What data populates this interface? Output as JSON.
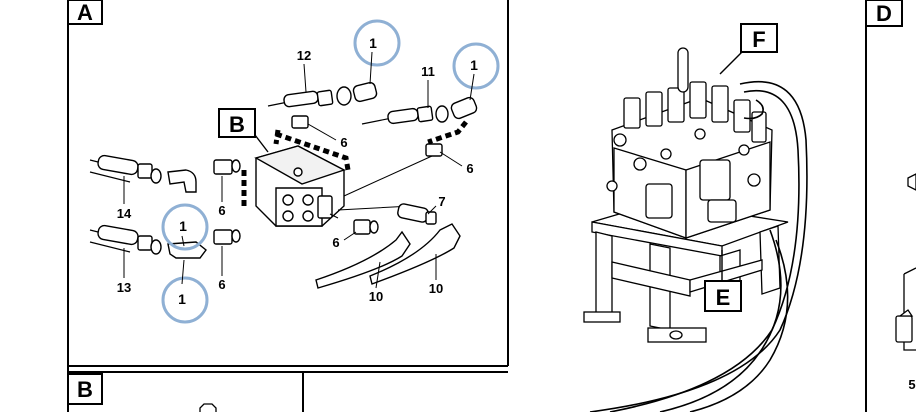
{
  "panels": {
    "a": "A",
    "b": "B",
    "d": "D"
  },
  "section_labels": {
    "b": "B",
    "e": "E",
    "f": "F"
  },
  "part_numbers": {
    "n12": "12",
    "n11": "11",
    "n6a": "6",
    "n6b": "6",
    "n6c": "6",
    "n6d": "6",
    "n6e": "6",
    "n14": "14",
    "n13": "13",
    "n7": "7",
    "n10a": "10",
    "n10b": "10",
    "n5": "5"
  },
  "callouts": {
    "c1": "1",
    "c2": "1",
    "c3": "1",
    "c4": "1"
  },
  "colors": {
    "callout_ring": "#8fb0d4",
    "line": "#000000",
    "background": "#ffffff"
  }
}
